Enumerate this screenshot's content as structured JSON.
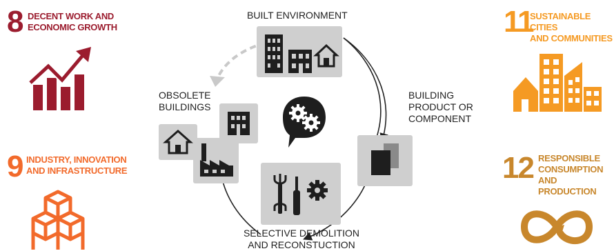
{
  "colors": {
    "goal8": "#9b1c2e",
    "goal9": "#f26a2b",
    "goal11": "#f59a23",
    "goal12": "#c8872c",
    "tile": "#cfcfcf",
    "icon": "#1e1e1e"
  },
  "goals": {
    "goal8": {
      "number": "8",
      "line1": "DECENT WORK AND",
      "line2": "ECONOMIC GROWTH",
      "icon": "growth-chart-icon"
    },
    "goal9": {
      "number": "9",
      "line1": "INDUSTRY, INNOVATION",
      "line2": "AND INFRASTRUCTURE",
      "icon": "stacked-cubes-icon"
    },
    "goal11": {
      "number": "11",
      "line1": "SUSTAINABLE CITIES",
      "line2": "AND COMMUNITIES",
      "icon": "city-buildings-icon"
    },
    "goal12": {
      "number": "12",
      "line1": "RESPONSIBLE",
      "line2": "CONSUMPTION",
      "line3": "AND PRODUCTION",
      "icon": "infinity-loop-icon"
    }
  },
  "cycle": {
    "built_environment": "BUILT ENVIRONMENT",
    "building_product": {
      "line1": "BUILDING",
      "line2": "PRODUCT or",
      "line3": "COMPONENT"
    },
    "selective_demolition": {
      "line1": "SELECTIVE DEMOLITION",
      "line2": "and RECONSTUCTION"
    },
    "obsolete_buildings": {
      "line1": "OBSOLETE",
      "line2": "BUILDINGS"
    },
    "center_icon": "gears-speech-bubble-icon"
  }
}
